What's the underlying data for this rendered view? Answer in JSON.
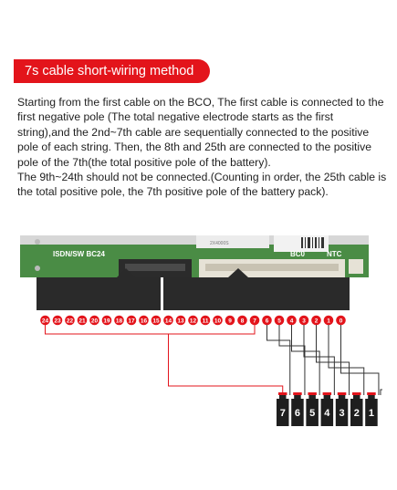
{
  "title": "7s cable short-wiring method",
  "description": [
    "Starting from the first cable on the BCO, The first cable is connected to the first negative pole (The total negative electrode starts as the first string),and the 2nd~7th cable are sequentially connected to the positive pole of each string. Then, the 8th and 25th are connected to the positive pole of the 7th(the total positive pole of the battery).",
    "The 9th~24th should not be connected.(Counting in order, the 25th cable is the total positive pole, the 7th positive pole of the battery pack)."
  ],
  "board": {
    "left_label": "ISDN/SW BC24",
    "right_label_bc0": "BC0",
    "right_label_ntc": "NTC",
    "small_marks": [
      "2X4000S"
    ]
  },
  "pins": [
    "24",
    "23",
    "22",
    "21",
    "20",
    "19",
    "18",
    "17",
    "16",
    "15",
    "14",
    "13",
    "12",
    "11",
    "10",
    "9",
    "8",
    "7",
    "6",
    "5",
    "4",
    "3",
    "2",
    "1",
    "0"
  ],
  "cells": [
    "7",
    "6",
    "5",
    "4",
    "3",
    "2",
    "1"
  ],
  "colors": {
    "accent_red": "#e3141b",
    "pcb_green": "#4a8c45",
    "connector_dark": "#2b2b2b",
    "wire": "#333333",
    "wire_red": "#e3141b"
  }
}
